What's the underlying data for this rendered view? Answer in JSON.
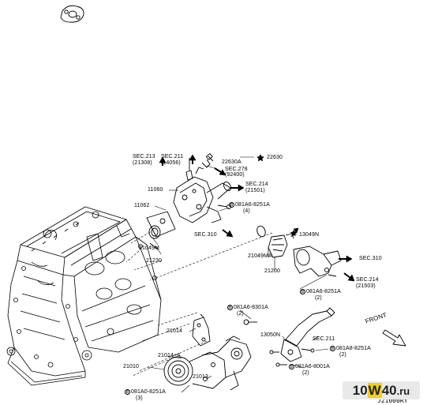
{
  "labels": {
    "sec213": "SEC.213",
    "sec211_top": "SEC.211",
    "ref21308": "(21308)",
    "ref14056": "(14056)",
    "p22630a": "22630A",
    "p22630": "22630",
    "sec278": "SEC.278",
    "ref92400": "(92400)",
    "sec214_a": "SEC.214",
    "ref21501": "(21501)",
    "p11060": "11060",
    "p11062": "11062",
    "bolt1": "081A6-8251A",
    "bolt1_qty": "(4)",
    "sec310_a": "SEC.310",
    "p13049n": "13049N",
    "p21049m": "21049M",
    "p21230": "21230",
    "p21049ma": "21049MA",
    "p21200": "21200",
    "sec310_b": "SEC.310",
    "sec214_b": "SEC.214",
    "ref21503": "(21503)",
    "bolt2": "081A6-8251A",
    "bolt2_qty": "(2)",
    "bolt3": "081A6-8301A",
    "bolt3_qty": "(2)",
    "p21014": "21014",
    "p13050n": "13050N",
    "sec211_b": "SEC.211",
    "bolt4": "081A8-8251A",
    "bolt4_qty": "(2)",
    "p21014a": "21014+A",
    "p21010": "21010",
    "p21013": "21013",
    "bolt5": "081A6-8001A",
    "bolt5_qty": "(2)",
    "bolt6": "081A0-8251A",
    "bolt6_qty": "(3)",
    "front": "FRONT",
    "bolt_symbol": "B"
  },
  "corner_code": "J21000RY",
  "watermark": {
    "part1": "10",
    "part2": "W",
    "part3": "40",
    "part4": ".ru"
  }
}
